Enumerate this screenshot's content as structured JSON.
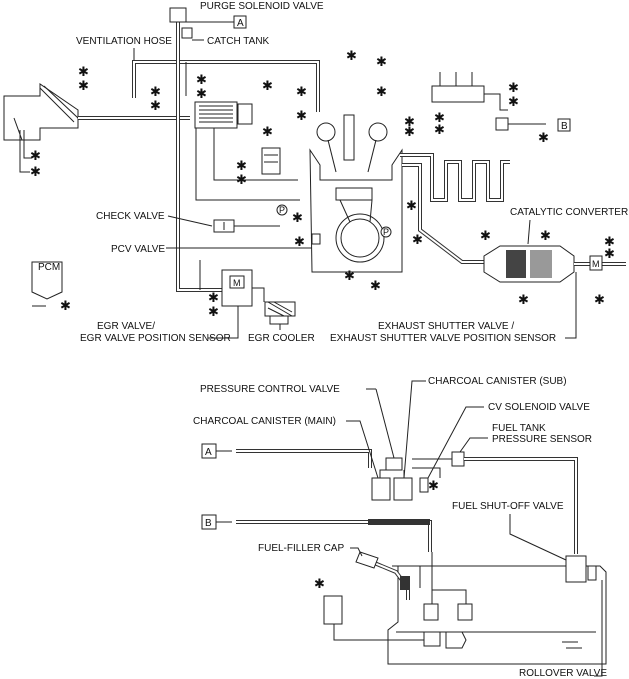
{
  "labels": {
    "purge_solenoid_valve": "PURGE SOLENOID VALVE",
    "catch_tank": "CATCH TANK",
    "ventilation_hose": "VENTILATION HOSE",
    "check_valve": "CHECK VALVE",
    "pcv_valve": "PCV VALVE",
    "pcm": "PCM",
    "egr_valve_line1": "EGR VALVE/",
    "egr_valve_line2": "EGR VALVE POSITION SENSOR",
    "egr_cooler": "EGR COOLER",
    "catalytic_converter": "CATALYTIC CONVERTER",
    "exhaust_shutter_line1": "EXHAUST SHUTTER VALVE /",
    "exhaust_shutter_line2": "EXHAUST SHUTTER VALVE POSITION SENSOR",
    "pressure_control_valve": "PRESSURE CONTROL VALVE",
    "charcoal_canister_sub": "CHARCOAL CANISTER (SUB)",
    "charcoal_canister_main": "CHARCOAL CANISTER (MAIN)",
    "cv_solenoid_valve": "CV SOLENOID VALVE",
    "fuel_tank_pressure_sensor_line1": "FUEL TANK",
    "fuel_tank_pressure_sensor_line2": "PRESSURE SENSOR",
    "fuel_shutoff_valve": "FUEL SHUT-OFF VALVE",
    "fuel_filler_cap": "FUEL-FILLER CAP",
    "rollover_valve": "ROLLOVER VALVE"
  },
  "connectors": {
    "a": "A",
    "b": "B"
  },
  "symbols": {
    "asterisk": "✱",
    "motor": "M",
    "pressure": "P"
  }
}
